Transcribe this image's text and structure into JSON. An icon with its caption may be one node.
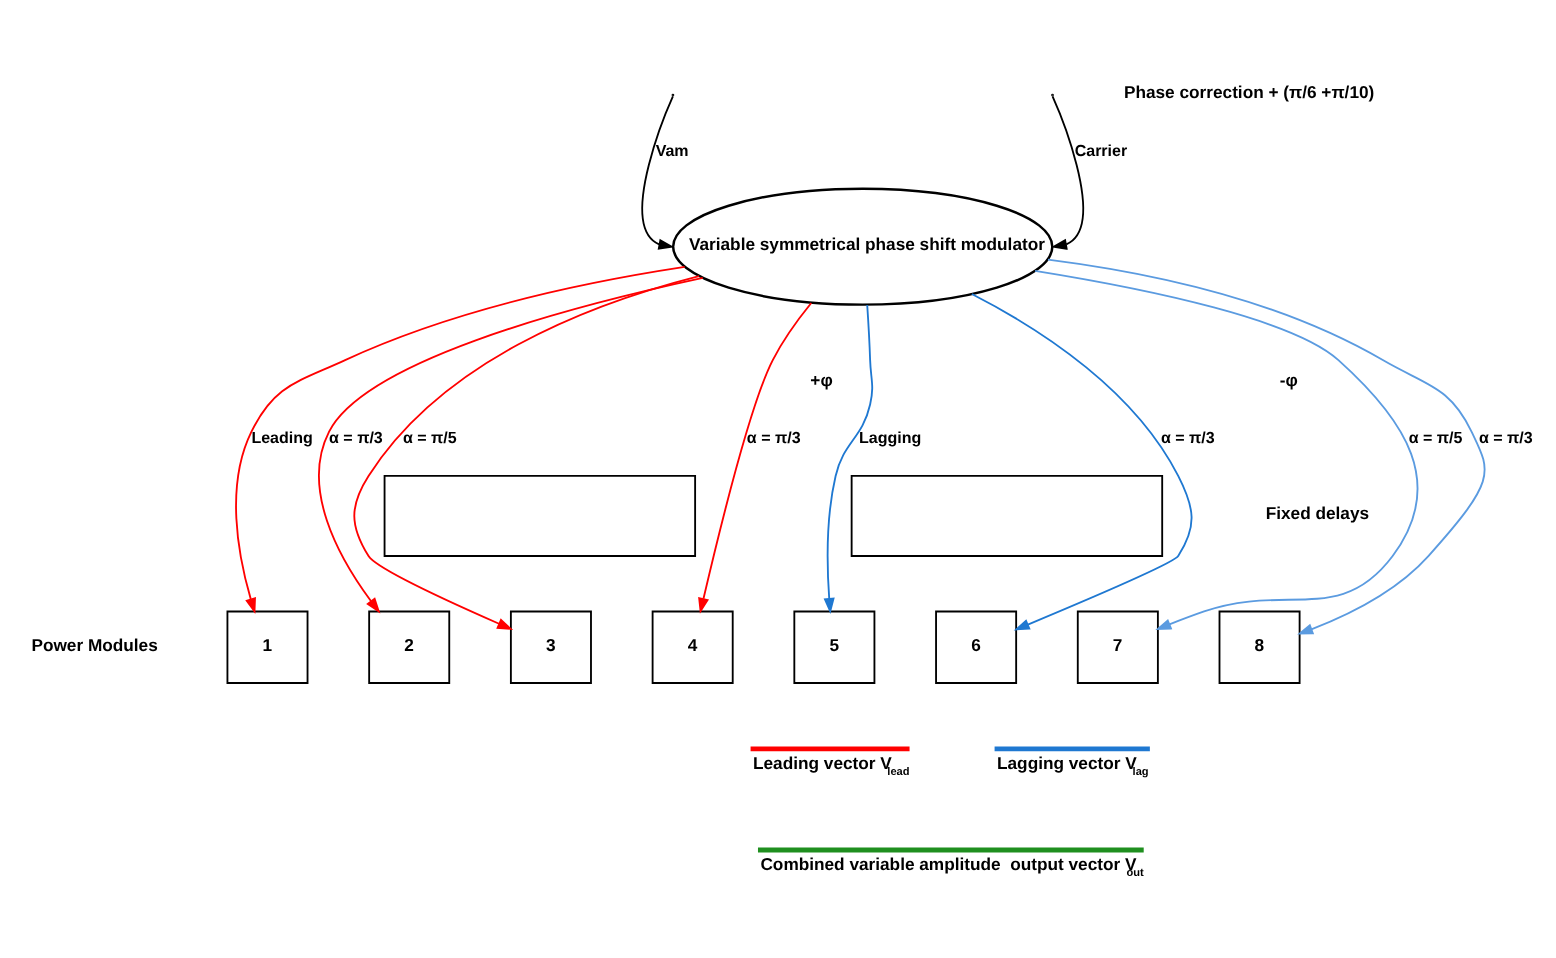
{
  "diagram": {
    "nodes": [
      {
        "text": [
          "Variable symmetrical phase shift modulator"
        ]
      },
      {
        "text": [],
        "shape": "box"
      },
      {
        "text": [],
        "shape": "box"
      },
      {
        "text": [
          "1"
        ]
      },
      {
        "text": [
          "2"
        ]
      },
      {
        "text": [
          "3"
        ]
      },
      {
        "text": [
          "4"
        ]
      },
      {
        "text": [
          "5"
        ]
      },
      {
        "text": [
          "6"
        ]
      },
      {
        "text": [
          "7"
        ]
      },
      {
        "text": [
          "8"
        ]
      }
    ],
    "edges": [
      {
        "from": null,
        "to": 0,
        "arrow": "to",
        "label": "Vam",
        "color": "#000000"
      },
      {
        "from": null,
        "to": 0,
        "arrow": "to",
        "label": "Carrier",
        "color": "#000000"
      },
      {
        "from": 0,
        "to": 3,
        "arrow": "to",
        "label": "Leading",
        "color": "#ff0000"
      },
      {
        "from": 0,
        "to": 4,
        "arrow": "to",
        "label": "α = π/3",
        "color": "#ff0000"
      },
      {
        "from": 0,
        "to": 5,
        "arrow": "to",
        "label": "α = π/5",
        "color": "#ff0000"
      },
      {
        "from": 0,
        "to": 6,
        "arrow": "to",
        "label": "α = π/3",
        "color": "#ff0000"
      },
      {
        "from": 0,
        "to": 7,
        "arrow": "to",
        "label": "Lagging",
        "color": "#1f78d1"
      },
      {
        "from": 0,
        "to": 8,
        "arrow": "to",
        "label": "α = π/3",
        "color": "#1f78d1"
      },
      {
        "from": 0,
        "to": 9,
        "arrow": "to",
        "label": "α = π/5",
        "color": "#5b9be0"
      },
      {
        "from": 0,
        "to": 10,
        "arrow": "to",
        "label": "α = π/3",
        "color": "#5b9be0"
      }
    ],
    "labels": [
      "+φ",
      "-φ",
      "Fixed delays",
      "Power Modules",
      "Phase correction + (π/6 +π/10)",
      "Leading vector V$_{lead}$",
      "Lagging vector V$_{lag}$",
      "Combined variable amplitude  output vector V$_{out}$"
    ]
  }
}
